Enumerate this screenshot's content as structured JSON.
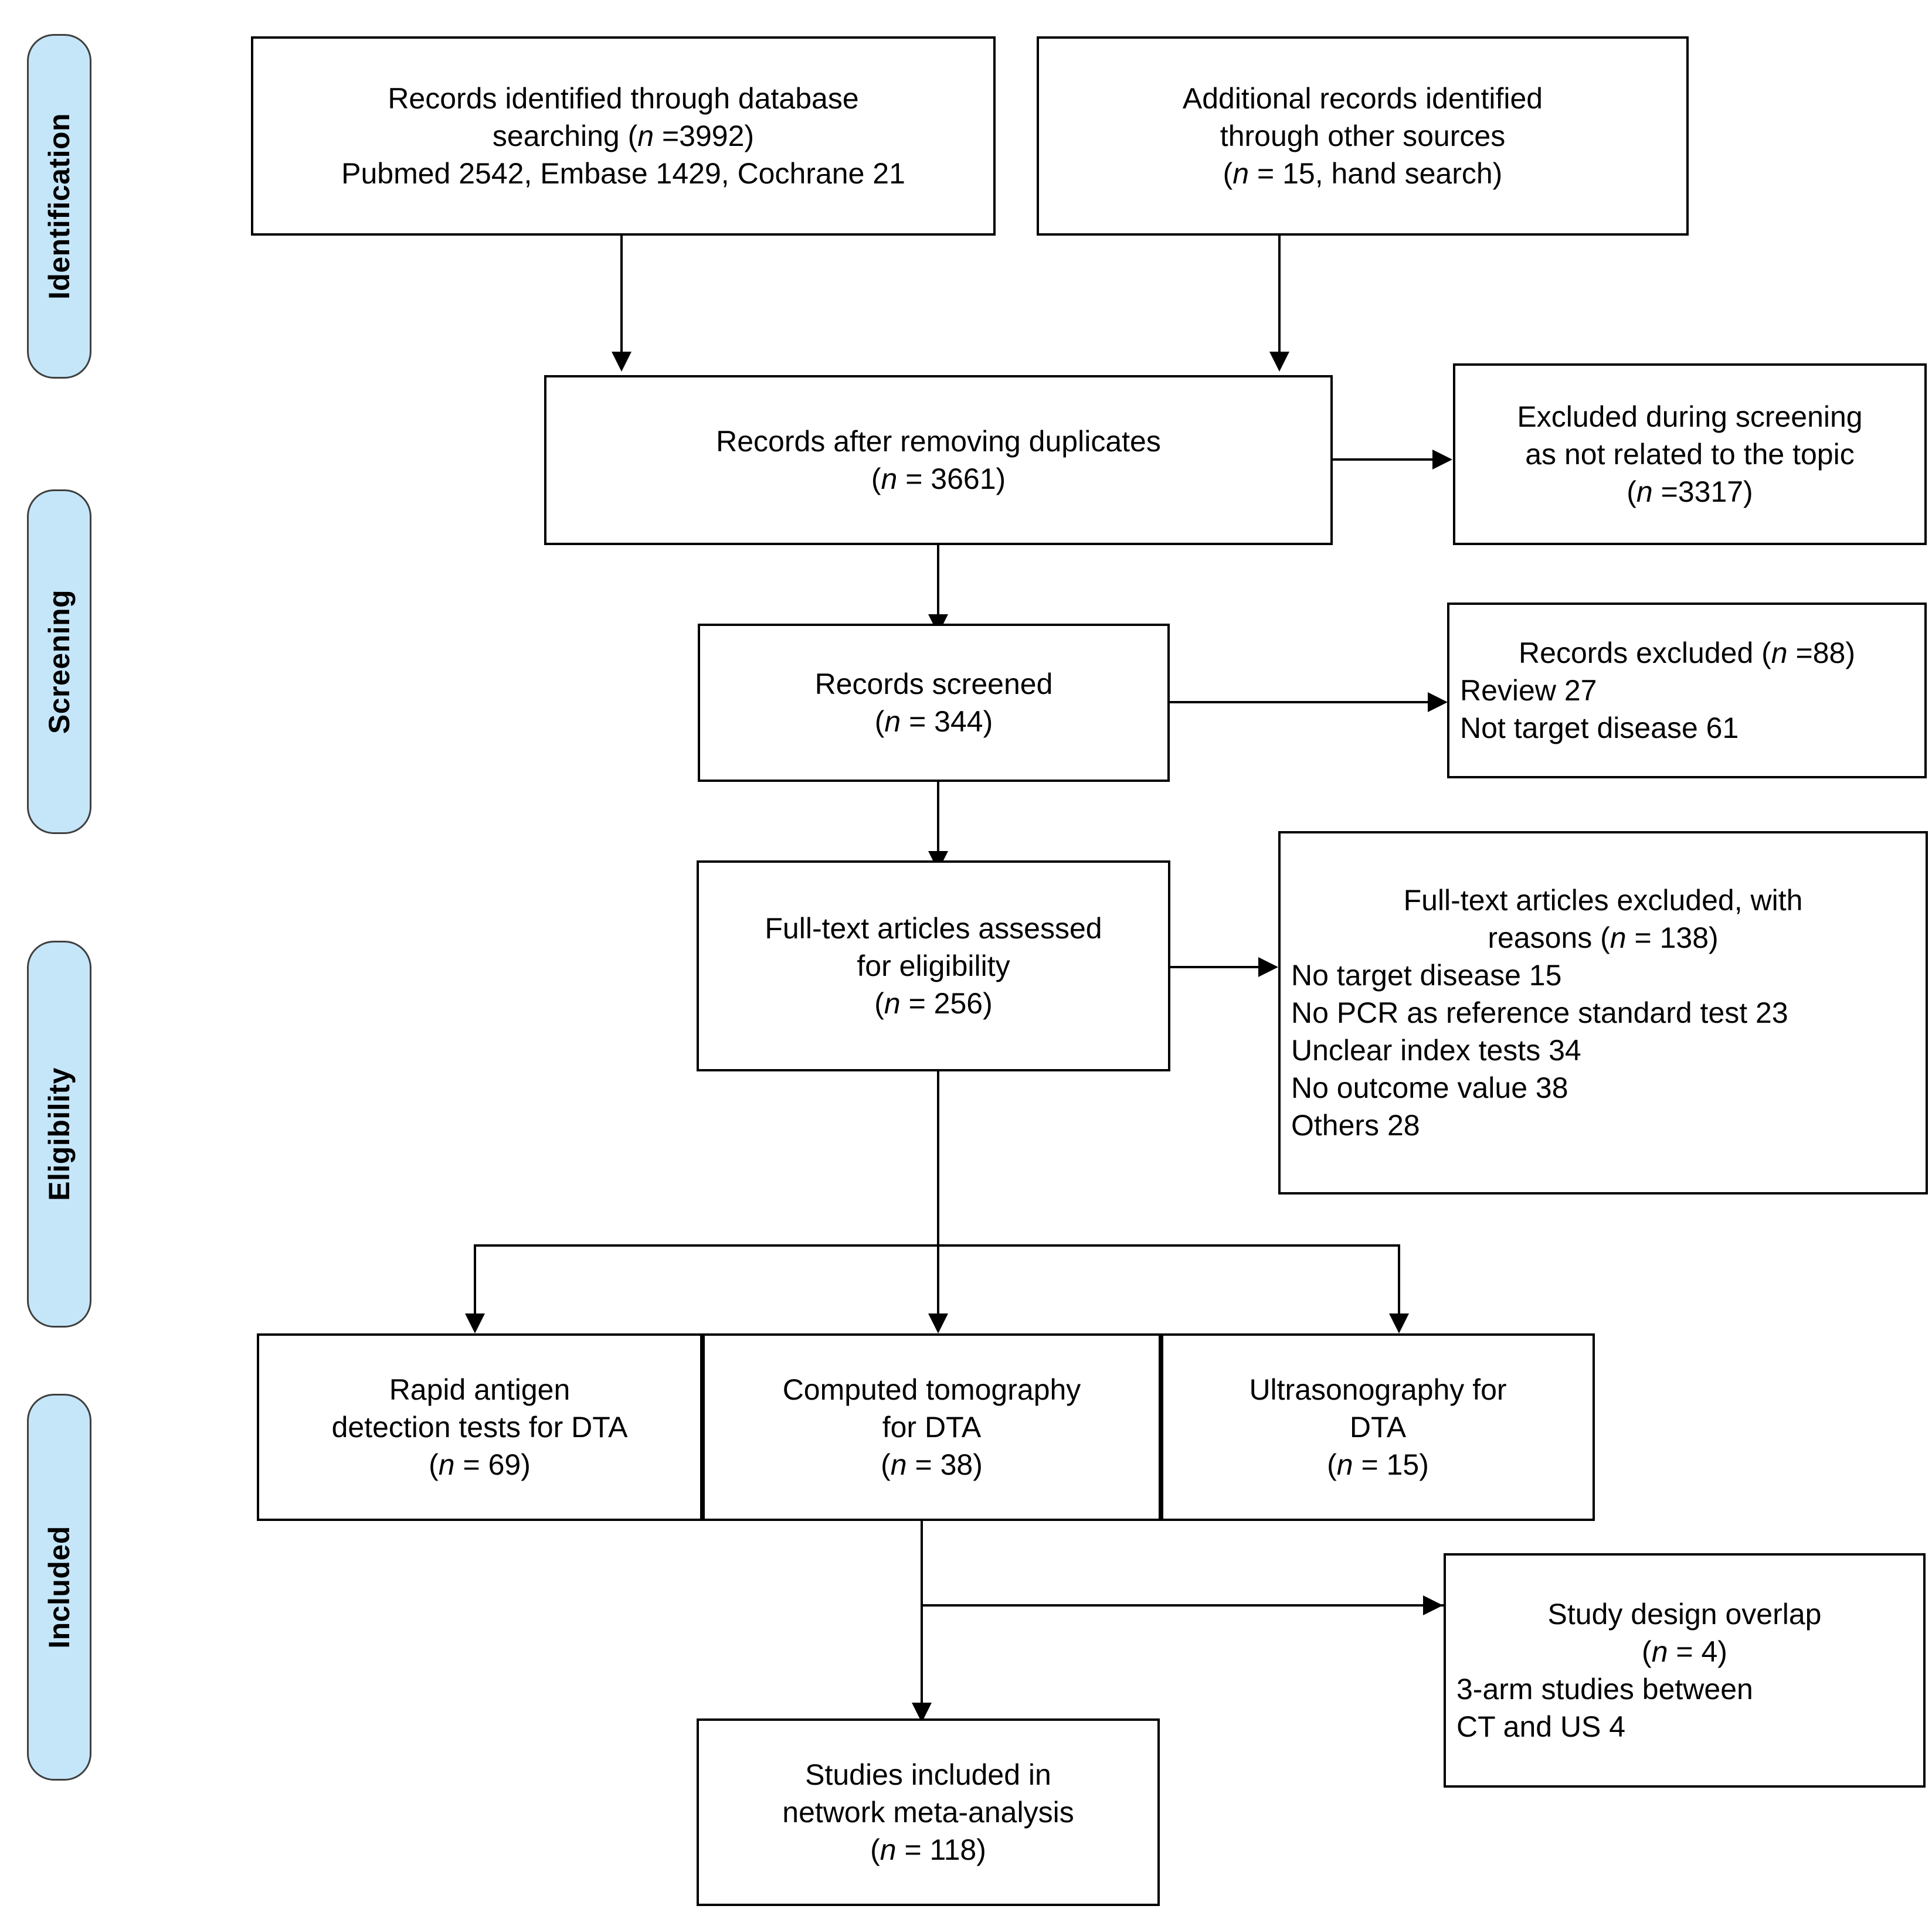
{
  "diagram": {
    "title": "PRISMA study selection flow diagram",
    "accent_color": "#c5e6f9",
    "border_color": "#000000"
  },
  "phases": [
    {
      "id": "identification",
      "label": "Identification"
    },
    {
      "id": "screening",
      "label": "Screening"
    },
    {
      "id": "eligibility",
      "label": "Eligibility"
    },
    {
      "id": "included",
      "label": "Included"
    }
  ],
  "boxes": {
    "database_search": {
      "line1": "Records identified through database",
      "line2_a": "searching (",
      "line2_n": "n",
      "line2_b": " =3992)",
      "line3": "Pubmed 2542, Embase 1429, Cochrane 21"
    },
    "other_sources": {
      "line1": "Additional records identified",
      "line2": "through other sources",
      "line3_a": "(",
      "line3_n": "n",
      "line3_b": " = 15, hand search)"
    },
    "after_duplicates": {
      "line1": "Records after removing duplicates",
      "line2_a": "(",
      "line2_n": "n",
      "line2_b": " = 3661)"
    },
    "excluded_screening": {
      "line1": "Excluded during screening",
      "line2": "as not related to the topic",
      "line3_a": "(",
      "line3_n": "n",
      "line3_b": " =3317)"
    },
    "records_screened": {
      "line1": "Records screened",
      "line2_a": "(",
      "line2_n": "n",
      "line2_b": " = 344)"
    },
    "records_excluded": {
      "line1_a": "Records excluded (",
      "line1_n": "n",
      "line1_b": " =88)",
      "line2": "Review 27",
      "line3": "Not target disease 61"
    },
    "fulltext_assessed": {
      "line1": "Full-text articles assessed",
      "line2": "for eligibility",
      "line3_a": "(",
      "line3_n": "n",
      "line3_b": " = 256)"
    },
    "fulltext_excluded": {
      "line1": "Full-text articles excluded, with",
      "line2_a": "reasons (",
      "line2_n": "n",
      "line2_b": " = 138)",
      "line3": "No target disease 15",
      "line4": "No PCR as reference standard test 23",
      "line5": "Unclear index tests 34",
      "line6": "No outcome value 38",
      "line7": "Others 28"
    },
    "rapid_antigen": {
      "line1": "Rapid antigen",
      "line2": "detection tests for DTA",
      "line3_a": "(",
      "line3_n": "n",
      "line3_b": " = 69)"
    },
    "computed_tomography": {
      "line1": "Computed tomography",
      "line2": "for DTA",
      "line3_a": "(",
      "line3_n": "n",
      "line3_b": " = 38)"
    },
    "ultrasonography": {
      "line1": "Ultrasonography for",
      "line2": "DTA",
      "line3_a": "(",
      "line3_n": "n",
      "line3_b": " = 15)"
    },
    "study_overlap": {
      "line1": "Study design overlap",
      "line2_a": "(",
      "line2_n": "n",
      "line2_b": " = 4)",
      "line3": "3-arm studies between",
      "line4": "CT and US 4"
    },
    "network_meta": {
      "line1": "Studies included in",
      "line2": "network meta-analysis",
      "line3_a": "(",
      "line3_n": "n",
      "line3_b": " = 118)"
    }
  },
  "chart_data": {
    "type": "diagram",
    "title": "PRISMA flow of study selection",
    "nodes": [
      {
        "id": "database_search",
        "phase": "Identification",
        "n": 3992,
        "breakdown": {
          "Pubmed": 2542,
          "Embase": 1429,
          "Cochrane": 21
        }
      },
      {
        "id": "other_sources",
        "phase": "Identification",
        "n": 15,
        "note": "hand search"
      },
      {
        "id": "after_duplicates",
        "phase": "Screening",
        "n": 3661
      },
      {
        "id": "excluded_screening",
        "phase": "Screening",
        "n": 3317
      },
      {
        "id": "records_screened",
        "phase": "Screening",
        "n": 344
      },
      {
        "id": "records_excluded",
        "phase": "Screening",
        "n": 88,
        "reasons": {
          "Review": 27,
          "Not target disease": 61
        }
      },
      {
        "id": "fulltext_assessed",
        "phase": "Eligibility",
        "n": 256
      },
      {
        "id": "fulltext_excluded",
        "phase": "Eligibility",
        "n": 138,
        "reasons": {
          "No target disease": 15,
          "No PCR as reference standard test": 23,
          "Unclear index tests": 34,
          "No outcome value": 38,
          "Others": 28
        }
      },
      {
        "id": "rapid_antigen",
        "phase": "Included",
        "n": 69
      },
      {
        "id": "computed_tomography",
        "phase": "Included",
        "n": 38
      },
      {
        "id": "ultrasonography",
        "phase": "Included",
        "n": 15
      },
      {
        "id": "study_overlap",
        "phase": "Included",
        "n": 4,
        "note": "3-arm studies between CT and US 4"
      },
      {
        "id": "network_meta",
        "phase": "Included",
        "n": 118
      }
    ],
    "edges": [
      {
        "from": "database_search",
        "to": "after_duplicates"
      },
      {
        "from": "other_sources",
        "to": "after_duplicates"
      },
      {
        "from": "after_duplicates",
        "to": "excluded_screening"
      },
      {
        "from": "after_duplicates",
        "to": "records_screened"
      },
      {
        "from": "records_screened",
        "to": "records_excluded"
      },
      {
        "from": "records_screened",
        "to": "fulltext_assessed"
      },
      {
        "from": "fulltext_assessed",
        "to": "fulltext_excluded"
      },
      {
        "from": "fulltext_assessed",
        "to": "rapid_antigen"
      },
      {
        "from": "fulltext_assessed",
        "to": "computed_tomography"
      },
      {
        "from": "fulltext_assessed",
        "to": "ultrasonography"
      },
      {
        "from": "computed_tomography",
        "to": "study_overlap"
      },
      {
        "from": "computed_tomography",
        "to": "network_meta"
      }
    ]
  }
}
